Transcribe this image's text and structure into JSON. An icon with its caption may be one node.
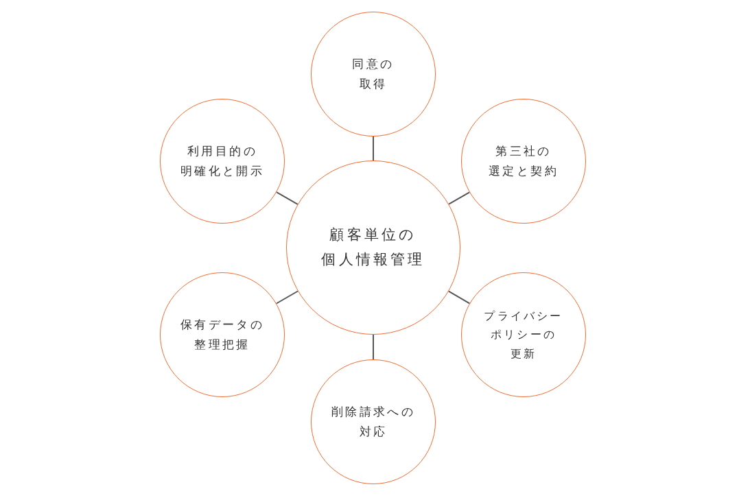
{
  "diagram": {
    "nodes": [
      {
        "text": [
          "同意の取得"
        ]
      },
      {
        "text": [
          "利用目的の明確化と開示"
        ]
      },
      {
        "text": [
          "第三社の選定と契約"
        ]
      },
      {
        "text": [
          "顧客単位の個人情報管理"
        ]
      },
      {
        "text": [
          "保有データの整理把握"
        ]
      },
      {
        "text": [
          "プライバシーポリシーの更新"
        ]
      },
      {
        "text": [
          "削除請求への対応"
        ]
      }
    ],
    "edges": [
      {
        "from": 3,
        "to": 0,
        "arrow": "none"
      },
      {
        "from": 3,
        "to": 1,
        "arrow": "none"
      },
      {
        "from": 3,
        "to": 2,
        "arrow": "none"
      },
      {
        "from": 3,
        "to": 4,
        "arrow": "none"
      },
      {
        "from": 3,
        "to": 5,
        "arrow": "none"
      },
      {
        "from": 3,
        "to": 6,
        "arrow": "none"
      }
    ]
  }
}
